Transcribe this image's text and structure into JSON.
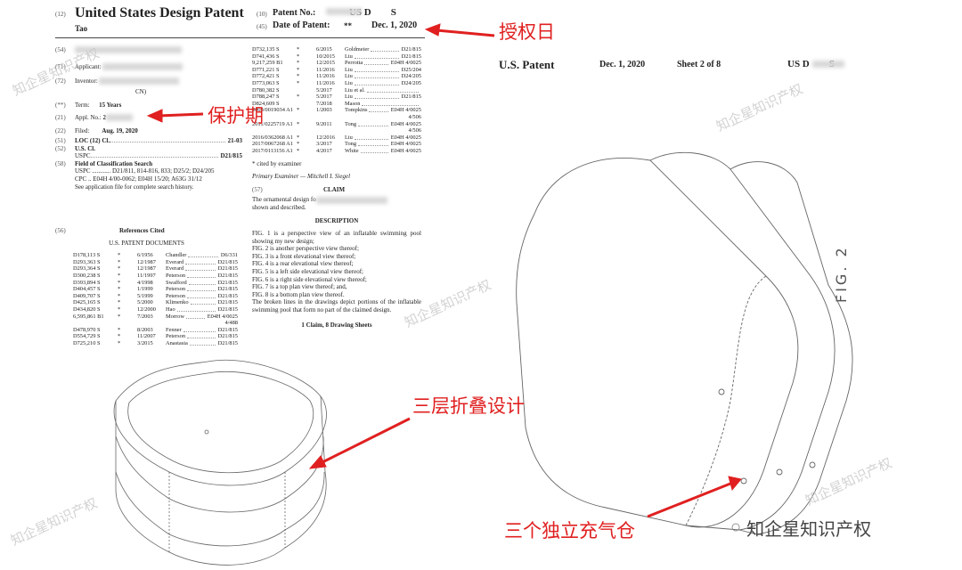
{
  "header": {
    "code12": "(12)",
    "title": "United States Design Patent",
    "inventor_name": "Tao",
    "code10": "(10)",
    "patent_no_label": "Patent No.:",
    "patent_no": "US D        S",
    "code45": "(45)",
    "date_label": "Date of Patent:",
    "date_mark": "**",
    "date": "Dec. 1, 2020"
  },
  "biblio": {
    "f54": "(54)",
    "f71": "(71)",
    "applicant": "Applicant:",
    "f72": "(72)",
    "inventor": "Inventor:",
    "inventor_country": "CN)",
    "fterm": "(**)",
    "term_label": "Term:",
    "term": "15 Years",
    "f21": "(21)",
    "appl_label": "Appl. No.:",
    "appl": "2",
    "f22": "(22)",
    "filed_label": "Filed:",
    "filed": "Aug. 19, 2020",
    "f51": "(51)",
    "loc_label": "LOC (12) Cl.",
    "loc": "21-03",
    "f52": "(52)",
    "uscl_label": "U.S. Cl.",
    "uspc_label": "USPC",
    "uspc": "D21/815",
    "f58": "(58)",
    "field_label": "Field of Classification Search",
    "field_uspc": "USPC ............ D21/811, 814-816, 833; D25/2; D24/205",
    "field_cpc": "CPC .. E04H 4/00-0062; E04H 15/20; A63G 31/12",
    "field_note": "See application file for complete search history."
  },
  "refs": {
    "f56": "(56)",
    "title": "References Cited",
    "subtitle": "U.S. PATENT DOCUMENTS",
    "left": [
      [
        "D178,113 S",
        "*",
        "6/1956",
        "Chandler",
        "D6/331"
      ],
      [
        "D293,363 S",
        "*",
        "12/1987",
        "Everard",
        "D21/815"
      ],
      [
        "D293,364 S",
        "*",
        "12/1987",
        "Everard",
        "D21/815"
      ],
      [
        "D300,238 S",
        "*",
        "11/1997",
        "Peterson",
        "D21/815"
      ],
      [
        "D393,894 S",
        "*",
        "4/1998",
        "Swafford",
        "D21/815"
      ],
      [
        "D404,457 S",
        "*",
        "1/1999",
        "Peterson",
        "D21/815"
      ],
      [
        "D409,707 S",
        "*",
        "5/1999",
        "Peterson",
        "D21/815"
      ],
      [
        "D425,165 S",
        "*",
        "5/2000",
        "Klimenko",
        "D21/815"
      ],
      [
        "D434,820 S",
        "*",
        "12/2000",
        "Hao",
        "D21/815"
      ],
      [
        "6,595,861 B1",
        "*",
        "7/2003",
        "Morrow",
        "E04H 4/0025"
      ],
      [
        "",
        "",
        "",
        "",
        "4/488"
      ],
      [
        "D478,970 S",
        "*",
        "8/2003",
        "Fenner",
        "D21/815"
      ],
      [
        "D554,729 S",
        "*",
        "11/2007",
        "Peterson",
        "D21/815"
      ],
      [
        "D725,210 S",
        "*",
        "3/2015",
        "Anastasia",
        "D21/815"
      ]
    ],
    "right": [
      [
        "D732,135 S",
        "*",
        "6/2015",
        "Goldmeier",
        "D21/815"
      ],
      [
        "D741,436 S",
        "*",
        "10/2015",
        "Liu",
        "D21/815"
      ],
      [
        "9,217,259 B1",
        "*",
        "12/2015",
        "Perrotta",
        "E04H 4/0025"
      ],
      [
        "D771,221 S",
        "*",
        "11/2016",
        "Liu",
        "D25/204"
      ],
      [
        "D772,421 S",
        "*",
        "11/2016",
        "Liu",
        "D24/205"
      ],
      [
        "D773,063 S",
        "*",
        "11/2016",
        "Liu",
        "D24/205"
      ],
      [
        "D780,382 S",
        "",
        "5/2017",
        "Liu et al.",
        ""
      ],
      [
        "D788,247 S",
        "*",
        "5/2017",
        "Liu",
        "D21/815"
      ],
      [
        "D824,609 S",
        "",
        "7/2018",
        "Mason",
        ""
      ],
      [
        "2003/0019034 A1",
        "*",
        "1/2003",
        "Tompkins",
        "E04H 4/0025"
      ],
      [
        "",
        "",
        "",
        "",
        "4/506"
      ],
      [
        "2011/0225719 A1",
        "*",
        "9/2011",
        "Tong",
        "E04H 4/0025"
      ],
      [
        "",
        "",
        "",
        "",
        "4/506"
      ],
      [
        "2016/0362068 A1",
        "*",
        "12/2016",
        "Liu",
        "E04H 4/0025"
      ],
      [
        "2017/0067268 A1",
        "*",
        "3/2017",
        "Tong",
        "E04H 4/0025"
      ],
      [
        "2017/0113156 A1",
        "*",
        "4/2017",
        "White",
        "E04H 4/0025"
      ]
    ],
    "cited_note": "* cited by examiner",
    "examiner": "Primary Examiner — Mitchell I. Siegel"
  },
  "claim": {
    "f57": "(57)",
    "title": "CLAIM",
    "text1": "The ornamental design fo",
    "text2": "shown and described."
  },
  "description": {
    "title": "DESCRIPTION",
    "lines": [
      "FIG. 1 is a perspective view of an inflatable swimming pool showing my new design;",
      "FIG. 2 is another perspective view thereof;",
      "FIG. 3 is a front elevational view thereof;",
      "FIG. 4 is a rear elevational view thereof;",
      "FIG. 5 is a left side elevational view thereof;",
      "FIG. 6 is a right side elevational view thereof;",
      "FIG. 7 is a top plan view thereof; and,",
      "FIG. 8 is a bottom plan view thereof.",
      "The broken lines in the drawings depict portions of the inflatable swimming pool that form no part of the claimed design."
    ],
    "footer": "1 Claim, 8 Drawing Sheets"
  },
  "sheet": {
    "label": "U.S. Patent",
    "date": "Dec. 1, 2020",
    "sheet": "Sheet 2 of 8",
    "number": "US D        S",
    "fig": "FIG. 2"
  },
  "annotations": {
    "grant_date": "授权日",
    "term": "保护期",
    "three_layer": "三层折叠设计",
    "three_chambers": "三个独立充气仓"
  },
  "watermark": "知企星知识产权",
  "logo": "知企星知识产权",
  "colors": {
    "annotation": "#e02020"
  }
}
